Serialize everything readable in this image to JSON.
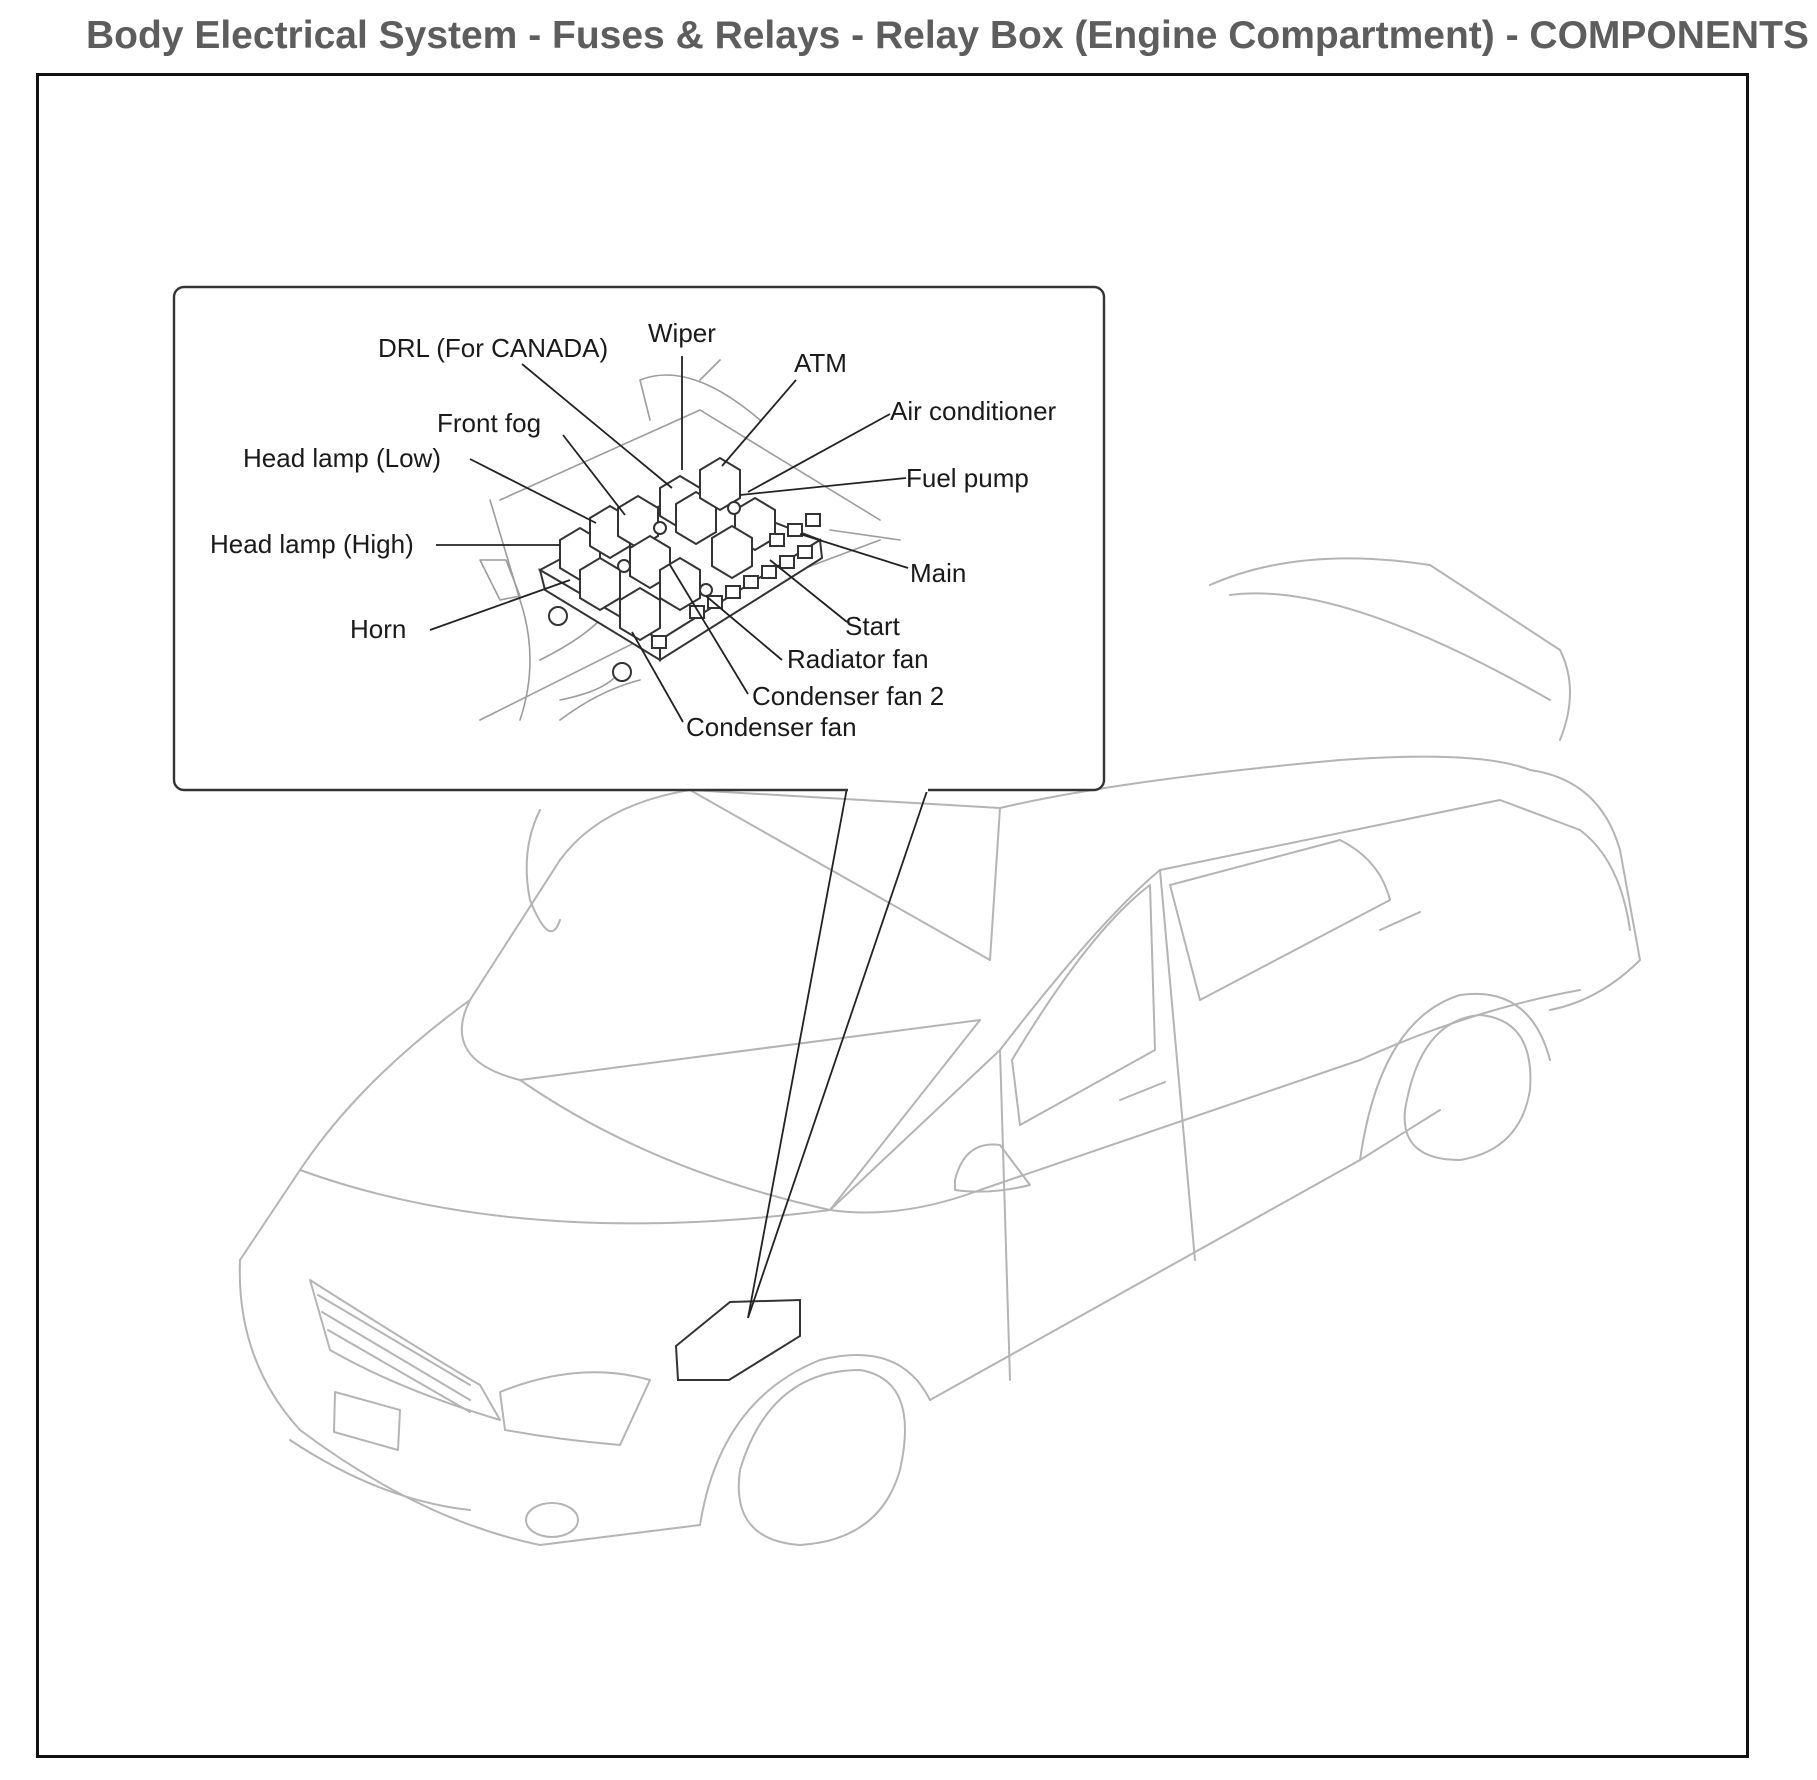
{
  "title": "Body Electrical System - Fuses & Relays - Relay Box (Engine Compartment) - COMPONENTS",
  "callouts": {
    "drl": "DRL (For CANADA)",
    "wiper": "Wiper",
    "atm": "ATM",
    "front_fog": "Front  fog",
    "air_conditioner": "Air conditioner",
    "head_lamp_low": "Head lamp (Low)",
    "fuel_pump": "Fuel pump",
    "head_lamp_high": "Head lamp (High)",
    "main": "Main",
    "horn": "Horn",
    "start": "Start",
    "radiator_fan": "Radiator fan",
    "condenser_fan_2": "Condenser fan 2",
    "condenser_fan": "Condenser fan"
  }
}
